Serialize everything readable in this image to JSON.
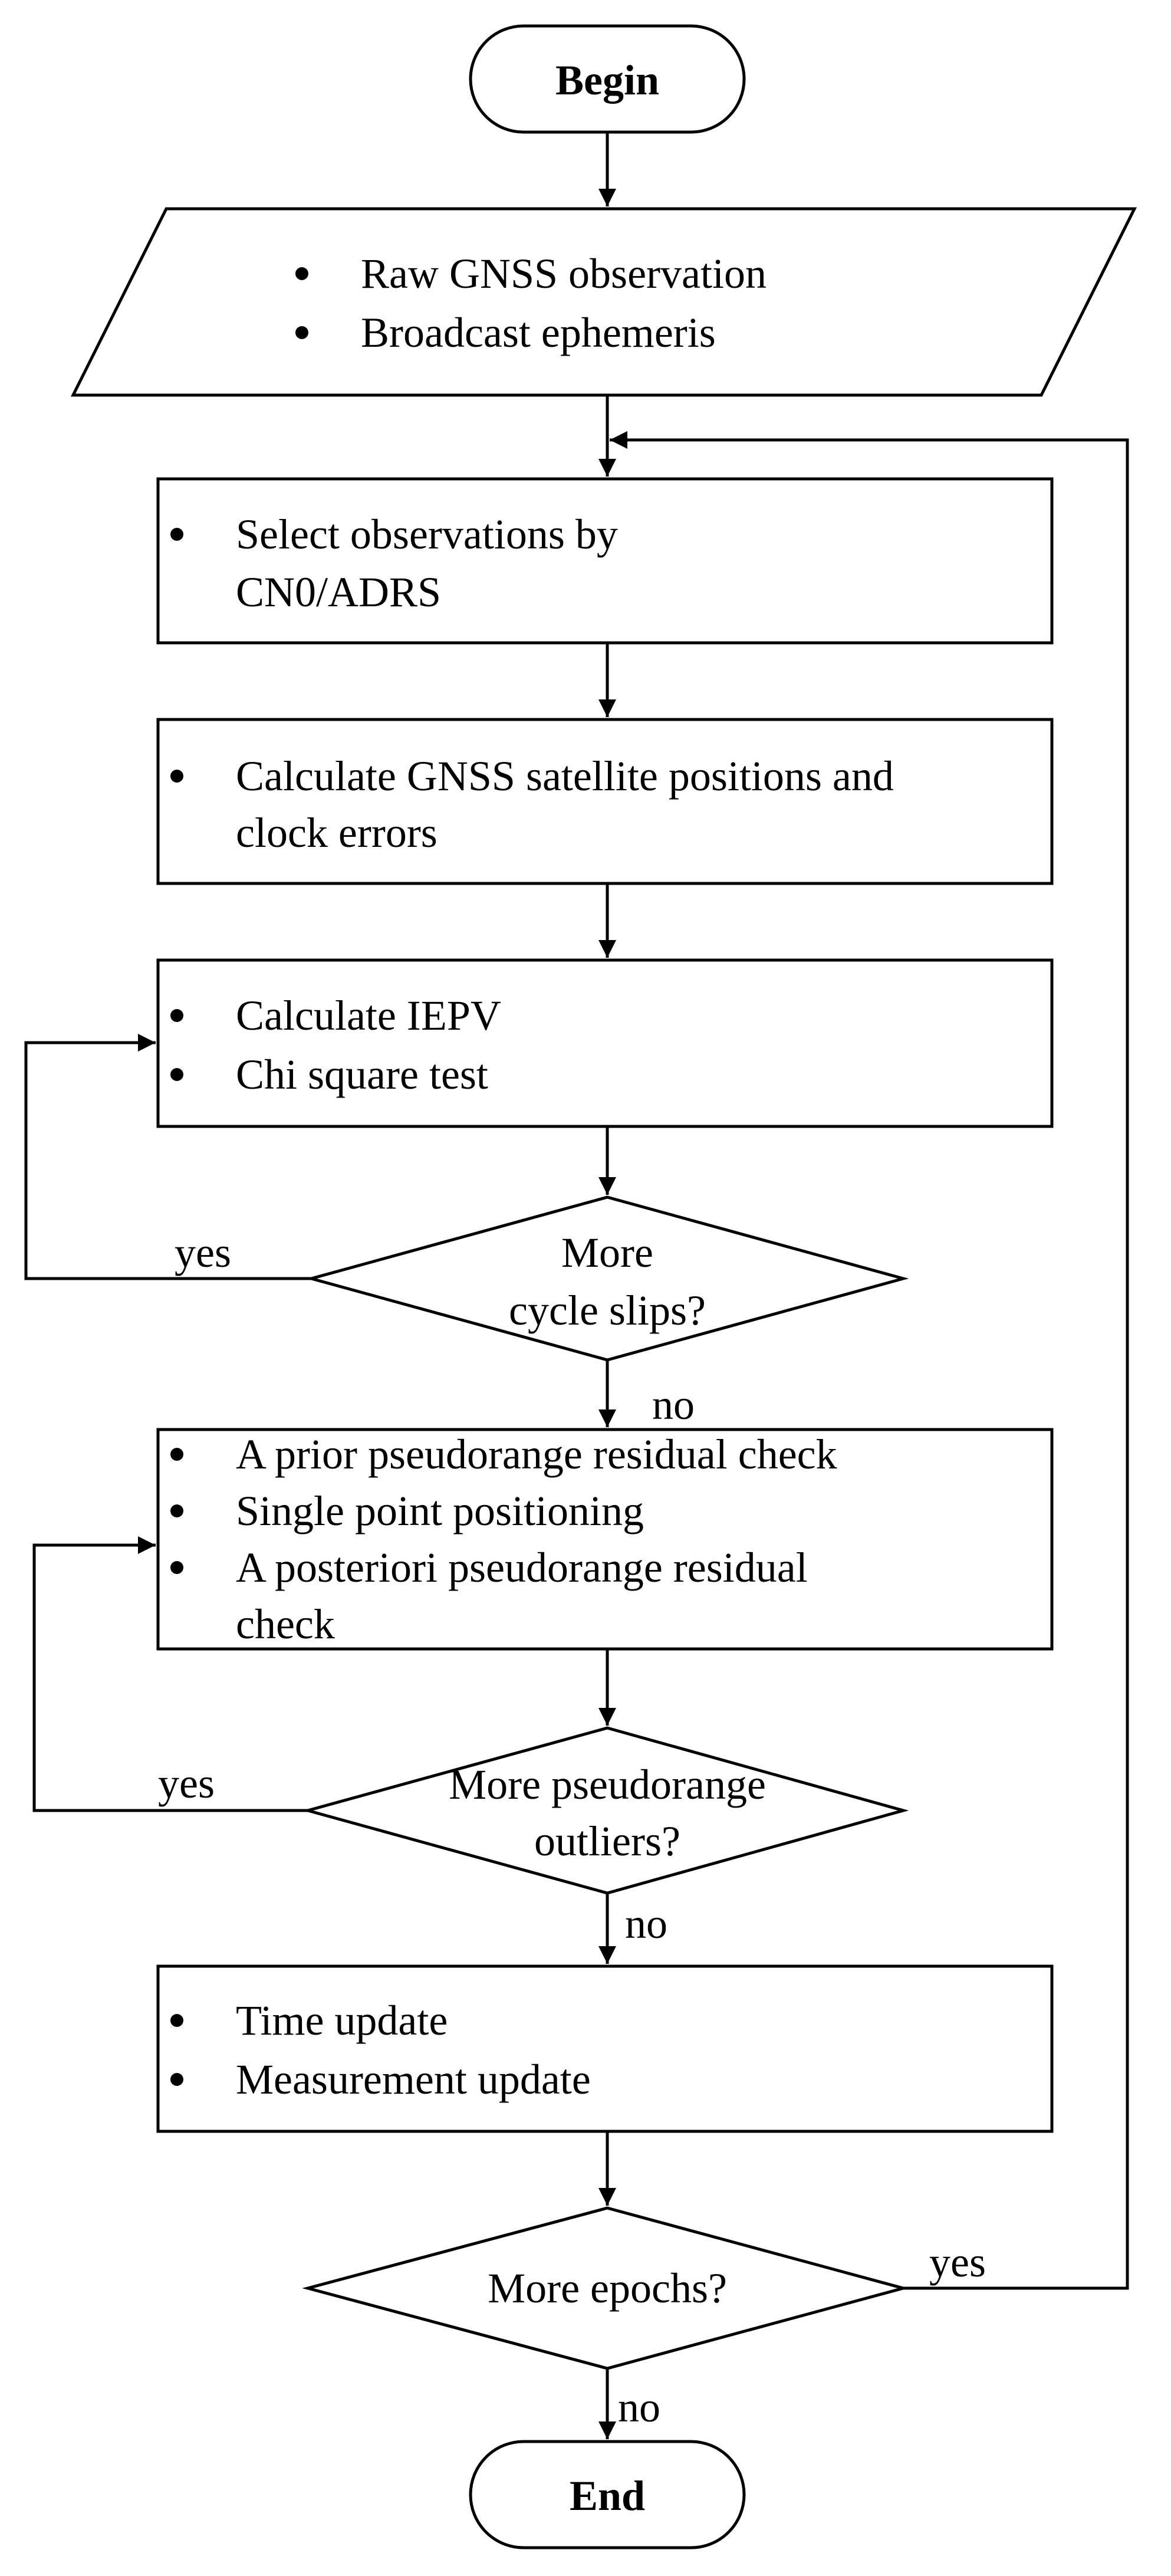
{
  "start": {
    "label": "Begin"
  },
  "input": {
    "items": [
      "Raw GNSS observation",
      "Broadcast ephemeris"
    ]
  },
  "step_select": {
    "lines": [
      "Select observations by",
      "CN0/ADRS"
    ]
  },
  "step_satellite": {
    "lines": [
      "Calculate GNSS satellite positions and",
      "clock errors"
    ]
  },
  "step_iepv": {
    "items": [
      "Calculate IEPV",
      "Chi square test"
    ]
  },
  "decision_cycle": {
    "lines": [
      "More",
      "cycle slips?"
    ],
    "yes": "yes",
    "no": "no"
  },
  "step_spp": {
    "items": [
      "A prior  pseudorange residual check",
      "Single point positioning"
    ],
    "item3_lines": [
      "A posteriori pseudorange residual",
      "check"
    ]
  },
  "decision_outliers": {
    "lines": [
      "More pseudorange",
      "outliers?"
    ],
    "yes": "yes",
    "no": "no"
  },
  "step_update": {
    "items": [
      "Time update",
      "Measurement update"
    ]
  },
  "decision_epochs": {
    "label": "More epochs?",
    "yes": "yes",
    "no": "no"
  },
  "end": {
    "label": "End"
  }
}
